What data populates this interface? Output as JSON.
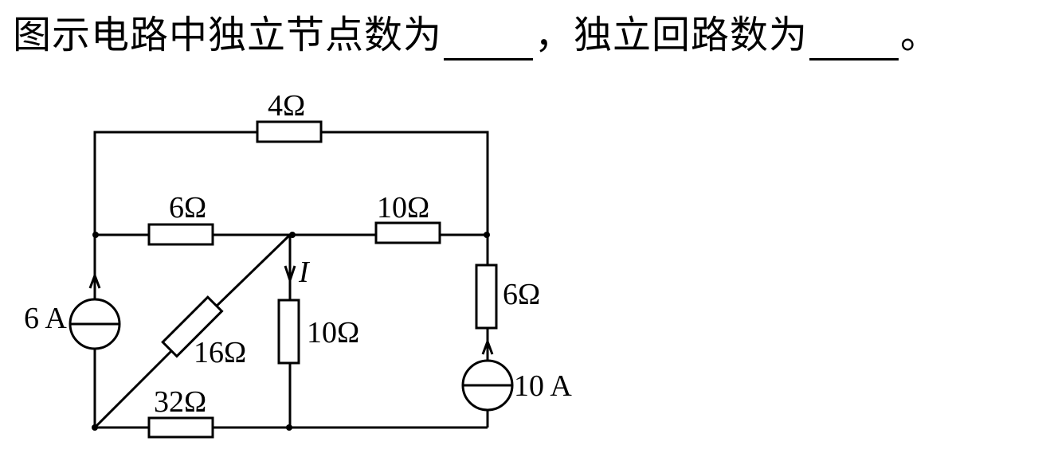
{
  "question": {
    "part1": "图示电路中独立节点数为",
    "separator": "，",
    "part2": "独立回路数为",
    "end": "。",
    "blank1": "",
    "blank2": ""
  },
  "circuit": {
    "resistors": {
      "top": "4Ω",
      "mid_left": "6Ω",
      "mid_right": "10Ω",
      "diagonal": "16Ω",
      "center_vertical": "10Ω",
      "right_vertical": "6Ω",
      "bottom": "32Ω"
    },
    "sources": {
      "left": "6 A",
      "right": "10 A"
    },
    "current_label": "I"
  }
}
